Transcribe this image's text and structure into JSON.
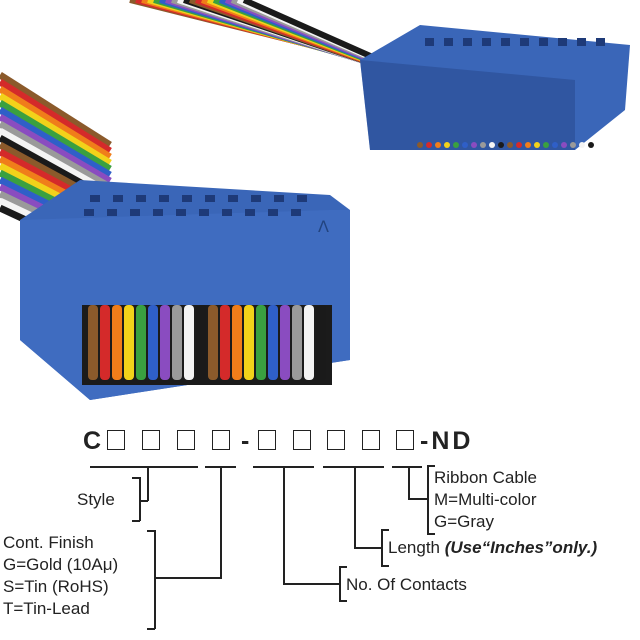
{
  "part_number": {
    "prefix": "C",
    "separator": "-",
    "suffix": "-ND"
  },
  "fields": {
    "style": {
      "label": "Style"
    },
    "cont_finish": {
      "title": "Cont. Finish",
      "options": [
        "G=Gold (10Aμ)",
        "S=Tin (RoHS)",
        "T=Tin-Lead"
      ]
    },
    "contacts": {
      "label": "No. Of Contacts"
    },
    "length": {
      "label": "Length",
      "note": "(Use“Inches”only.)"
    },
    "ribbon": {
      "title": "Ribbon Cable",
      "options": [
        "M=Multi-color",
        "G=Gray"
      ]
    }
  },
  "colors": {
    "connector": "#3a66b8",
    "connector_dark": "#25468a"
  }
}
